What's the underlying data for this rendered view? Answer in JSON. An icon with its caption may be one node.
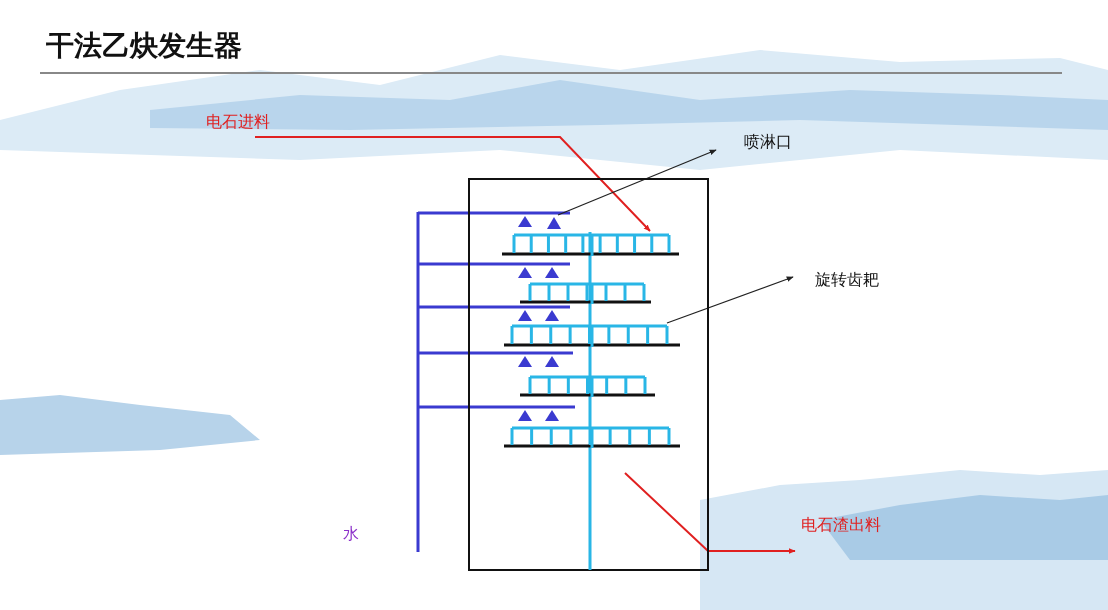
{
  "diagram": {
    "title": "干法乙炔发生器",
    "nodes": [
      {
        "text": [
          "电石进料"
        ]
      },
      {
        "text": [
          "喷淋口"
        ]
      },
      {
        "text": [],
        "shape": "box"
      },
      {
        "text": [],
        "shape": "triangle",
        "in": 2
      },
      {
        "text": [],
        "shape": "picture",
        "in": 2
      },
      {
        "text": [],
        "shape": "picture",
        "in": 2
      },
      {
        "text": [],
        "shape": "picture",
        "in": 2
      },
      {
        "text": [],
        "shape": "picture",
        "in": 2
      },
      {
        "text": [],
        "shape": "picture",
        "in": 2
      },
      {
        "text": [
          "旋转齿耙"
        ]
      },
      {
        "text": [
          "电石渣出料"
        ]
      }
    ],
    "edges": [
      {
        "from": 0,
        "to": 4,
        "arrow": "to",
        "color": "#e02020"
      },
      {
        "from": 3,
        "to": 1,
        "arrow": "to",
        "color": "#222222"
      },
      {
        "from": 6,
        "to": 9,
        "arrow": "to",
        "color": "#222222"
      },
      {
        "from": null,
        "to": 10,
        "arrow": "to",
        "color": "#e02020"
      }
    ],
    "labels": [
      "水"
    ]
  }
}
